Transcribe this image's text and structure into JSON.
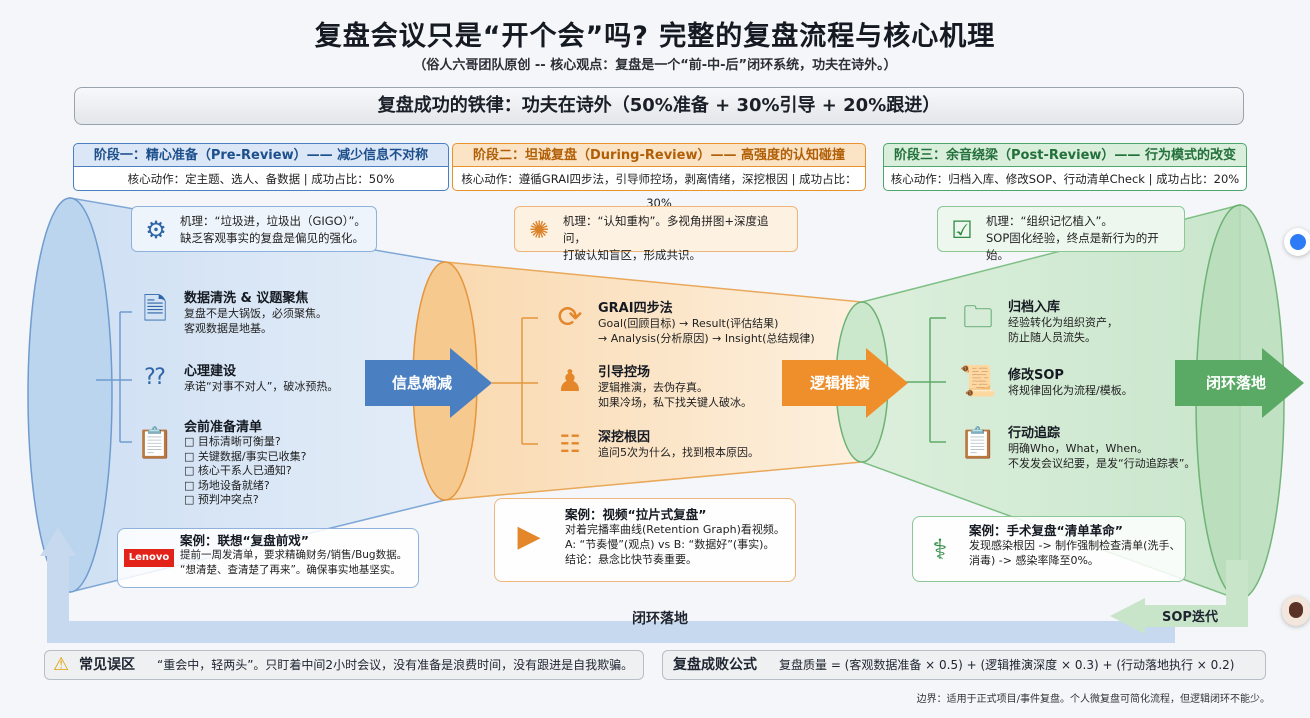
{
  "title": "复盘会议只是“开个会”吗? 完整的复盘流程与核心机理",
  "subtitle": "（俗人六哥团队原创 -- 核心观点：复盘是一个“前-中-后”闭环系统，功夫在诗外。）",
  "banner": "复盘成功的铁律：功夫在诗外（50%准备 + 30%引导 + 20%跟进）",
  "stages": [
    {
      "head": "阶段一：精心准备（Pre-Review）—— 减少信息不对称",
      "action": "核心动作：定主题、选人、备数据 | 成功占比：50%",
      "mech_line1": "机理：“垃圾进，垃圾出（GIGO）”。",
      "mech_line2": "缺乏客观事实的复盘是偏见的强化。",
      "color": "#4a7fc1"
    },
    {
      "head": "阶段二：坦诚复盘（During-Review）—— 高强度的认知碰撞",
      "action": "核心动作：遵循GRAI四步法，引导师控场，剥离情绪，深挖根因 | 成功占比：30%",
      "mech_line1": "机理：“认知重构”。多视角拼图+深度追问，",
      "mech_line2": "打破认知盲区，形成共识。",
      "color": "#e8922e"
    },
    {
      "head": "阶段三：余音绕梁（Post-Review）—— 行为模式的改变",
      "action": "核心动作：归档入库、修改SOP、行动清单Check | 成功占比：20%",
      "mech_line1": "机理：“组织记忆植入”。",
      "mech_line2": "SOP固化经验，终点是新行为的开始。",
      "color": "#4fa66a"
    }
  ],
  "stage1_items": [
    {
      "icon": "document-search-icon",
      "title": "数据清洗 & 议题聚焦",
      "line1": "复盘不是大锅饭，必须聚焦。",
      "line2": "客观数据是地基。"
    },
    {
      "icon": "people-question-icon",
      "title": "心理建设",
      "line1": "承诺“对事不对人”，破冰预热。",
      "line2": ""
    },
    {
      "icon": "checklist-icon",
      "title": "会前准备清单",
      "line1": "",
      "line2": ""
    }
  ],
  "checklist": [
    "□ 目标清晰可衡量?",
    "□ 关键数据/事实已收集?",
    "□ 核心干系人已通知?",
    "□ 场地设备就绪?",
    "□ 预判冲突点?"
  ],
  "stage2_items": [
    {
      "icon": "cycle-icon",
      "title": "GRAI四步法",
      "line1": "Goal(回顾目标) → Result(评估结果)",
      "line2": "→ Analysis(分析原因) → Insight(总结规律)"
    },
    {
      "icon": "presenter-icon",
      "title": "引导控场",
      "line1": "逻辑推演，去伪存真。",
      "line2": "如果冷场，私下找关键人破冰。"
    },
    {
      "icon": "root-cause-icon",
      "title": "深挖根因",
      "line1": "追问5次为什么，找到根本原因。",
      "line2": ""
    }
  ],
  "stage3_items": [
    {
      "icon": "folder-icon",
      "title": "归档入库",
      "line1": "经验转化为组织资产，",
      "line2": "防止随人员流失。"
    },
    {
      "icon": "scroll-icon",
      "title": "修改SOP",
      "line1": "将规律固化为流程/模板。",
      "line2": ""
    },
    {
      "icon": "clipboard-person-icon",
      "title": "行动追踪",
      "line1": "明确Who，What，When。",
      "line2": "不发发会议纪要，是发“行动追踪表”。"
    }
  ],
  "arrows": {
    "a1": "信息熵减",
    "a2": "逻辑推演",
    "a3": "闭环落地",
    "loop": "闭环落地",
    "sop": "SOP迭代"
  },
  "cases": [
    {
      "logo": "Lenovo",
      "title": "案例：联想“复盘前戏”",
      "line1": "提前一周发清单，要求精确财务/销售/Bug数据。",
      "line2": "“想清楚、查清楚了再来”。确保事实地基坚实。",
      "line3": ""
    },
    {
      "title": "案例：视频“拉片式复盘”",
      "line1": "对着完播率曲线(Retention Graph)看视频。",
      "line2": "A: “节奏慢”(观点)  vs  B: “数据好”(事实)。",
      "line3": "结论：悬念比快节奏重要。"
    },
    {
      "title": "案例：手术复盘“清单革命”",
      "line1": "发现感染根因 -> 制作强制检查清单(洗手、",
      "line2": "消毒) -> 感染率降至0%。",
      "line3": ""
    }
  ],
  "pitfall": {
    "label": "常见误区",
    "text": "“重会中，轻两头”。只盯着中间2小时会议，没有准备是浪费时间，没有跟进是自我欺骗。"
  },
  "formula": {
    "label": "复盘成败公式",
    "text": "复盘质量 = (客观数据准备 × 0.5) + (逻辑推演深度 × 0.3) + (行动落地执行 × 0.2)"
  },
  "footnote": "边界：适用于正式项目/事件复盘。个人微复盘可简化流程，但逻辑闭环不能少。"
}
